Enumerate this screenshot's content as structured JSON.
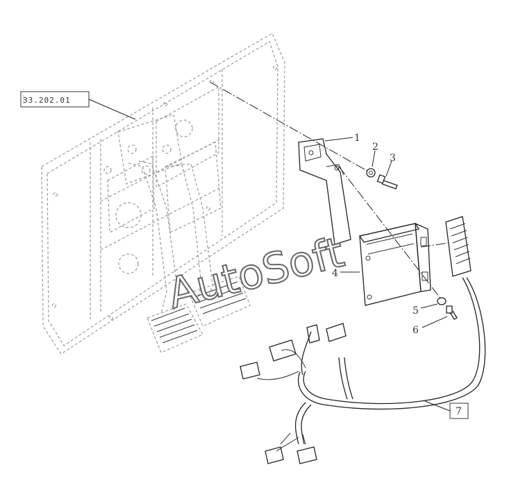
{
  "reference_box": {
    "label": "33.202.01"
  },
  "callouts": [
    {
      "id": "c1",
      "text": "1"
    },
    {
      "id": "c2",
      "text": "2"
    },
    {
      "id": "c3",
      "text": "3"
    },
    {
      "id": "c4",
      "text": "4"
    },
    {
      "id": "c5",
      "text": "5"
    },
    {
      "id": "c6",
      "text": "6"
    },
    {
      "id": "c7",
      "text": "7"
    }
  ],
  "watermark": {
    "text": "AutoSoft"
  }
}
